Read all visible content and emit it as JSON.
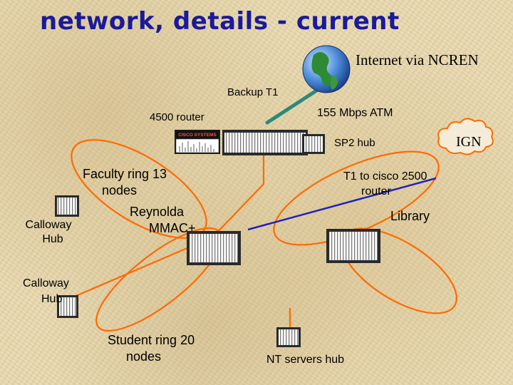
{
  "title": "network, details - current",
  "labels": {
    "internet": "Internet via NCREN",
    "backup": "Backup T1",
    "atm": "155 Mbps ATM",
    "router4500": "4500 router",
    "sp2hub": "SP2 hub",
    "ign": "IGN",
    "faculty_ring_line1": "Faculty ring 13",
    "faculty_ring_line2": "nodes",
    "t1cisco_line1": "T1 to cisco 2500",
    "t1cisco_line2": "router",
    "reynolda_line1": "Reynolda",
    "reynolda_line2": "MMAC+",
    "library": "Library",
    "calloway1_line1": "Calloway",
    "calloway1_line2": "Hub",
    "calloway2_line1": "Calloway",
    "calloway2_line2": "Hub",
    "student_ring_line1": "Student ring 20",
    "student_ring_line2": "nodes",
    "nt_servers": "NT servers hub",
    "cisco_logo": "CISCO SYSTEMS"
  },
  "colors": {
    "title": "#1a1a9a",
    "rings": "#ff6a00",
    "atm_link": "#2a8a7a",
    "t1_link": "#2020c0",
    "background": "#e8d9b0"
  }
}
